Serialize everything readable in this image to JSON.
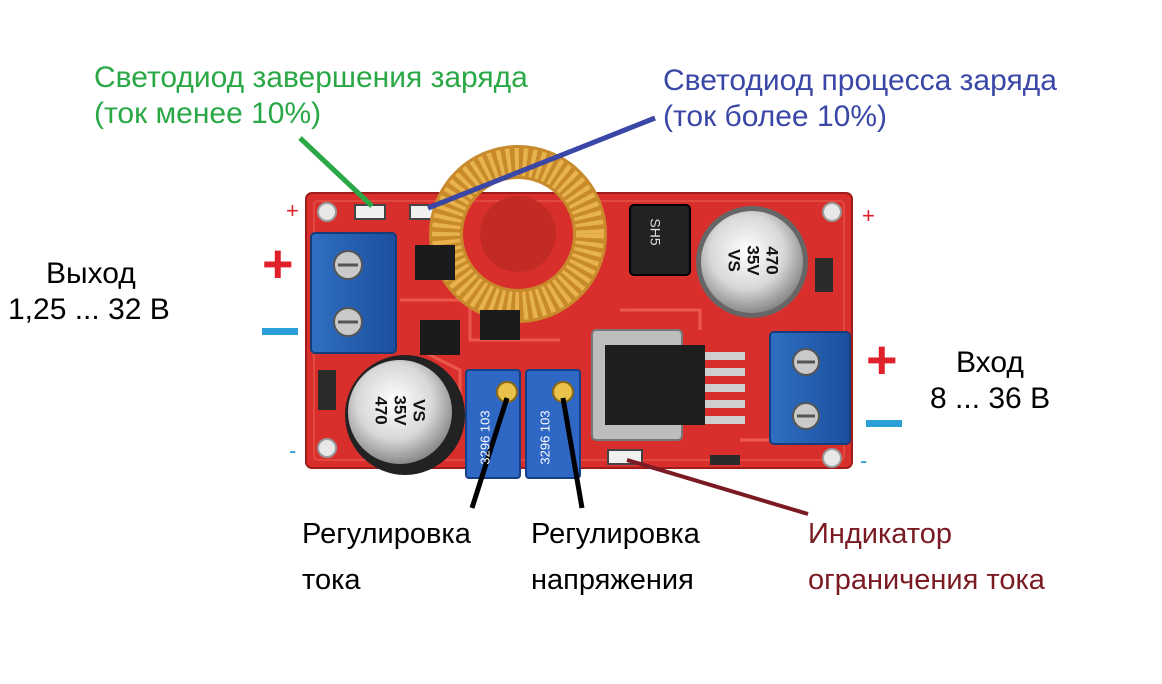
{
  "labels": {
    "led_done_line1": "Светодиод завершения заряда",
    "led_done_line2": "(ток менее 10%)",
    "led_charge_line1": "Светодиод процесса заряда",
    "led_charge_line2": "(ток более 10%)",
    "output_title": "Выход",
    "output_range": "1,25  ...  32 В",
    "input_title": "Вход",
    "input_range": "8  ... 36 В",
    "current_adj_line1": "Регулировка",
    "current_adj_line2": "тока",
    "voltage_adj_line1": "Регулировка",
    "voltage_adj_line2": "напряжения",
    "limit_ind_line1": "Индикатор",
    "limit_ind_line2": "ограничения тока"
  },
  "board_marks": {
    "plus": "+",
    "minus": "-",
    "capacitor_value": "470",
    "capacitor_voltage": "35V",
    "capacitor_series": "VS",
    "trimmer_code": "103",
    "trimmer_part": "3296",
    "inductor_code": "SH5"
  },
  "colors": {
    "led_done": "#2aa845",
    "led_charge": "#3a47a6",
    "limit_indicator": "#7a1a22",
    "terminal_plus": "#e0202a",
    "terminal_minus": "#2a9fd8",
    "board": "#d92f2c"
  }
}
